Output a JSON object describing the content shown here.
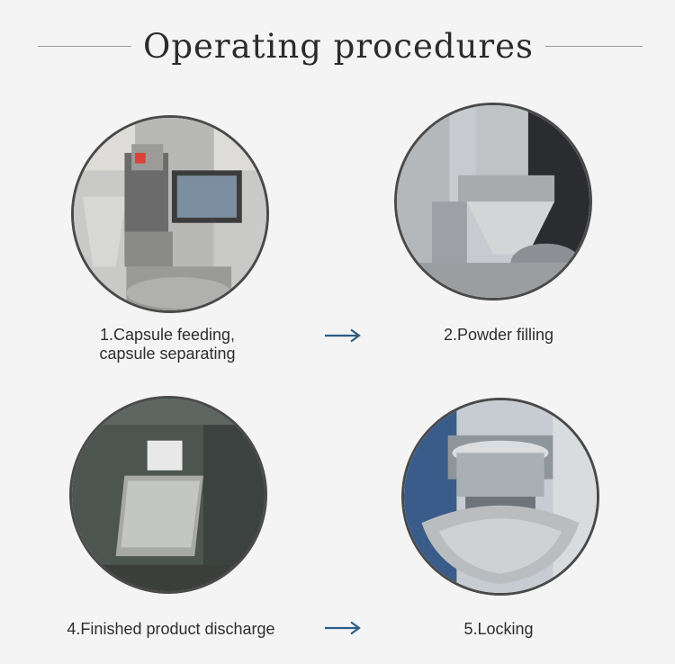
{
  "title": "Operating procedures",
  "steps": [
    {
      "label_line1": "1.Capsule feeding,",
      "label_line2": "capsule separating",
      "icon": "capsule-feeding-photo"
    },
    {
      "label": "2.Powder filling",
      "icon": "powder-filling-photo"
    },
    {
      "label": "4.Finished product discharge",
      "icon": "discharge-chute-photo"
    },
    {
      "label": "5.Locking",
      "icon": "locking-plate-photo"
    }
  ],
  "colors": {
    "background": "#f4f4f4",
    "arrow": "#2c5d86",
    "ring": "#4a4a4a"
  }
}
